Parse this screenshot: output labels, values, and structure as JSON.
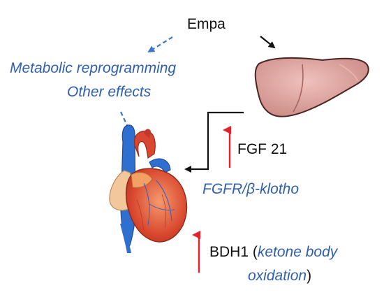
{
  "labels": {
    "drug": "Empa",
    "effect_line1": "Metabolic reprogramming",
    "effect_line2": "Other effects",
    "hormone": "FGF 21",
    "receptor": "FGFR/β-klotho",
    "enzyme_prefix": "BDH1 (",
    "enzyme_detail_line1": "ketone body",
    "enzyme_detail_line2": "oxidation",
    "enzyme_suffix": ")"
  },
  "icons": {
    "liver": "liver-illustration",
    "heart": "heart-illustration"
  },
  "colors": {
    "text_dark": "#111111",
    "text_blue": "#2f5fb0",
    "up_arrow": "#e8202a",
    "dashed_arrow": "#3b78c8",
    "liver": "#d99b98",
    "heart": "#d9472f",
    "vessel": "#2f6fd0"
  }
}
